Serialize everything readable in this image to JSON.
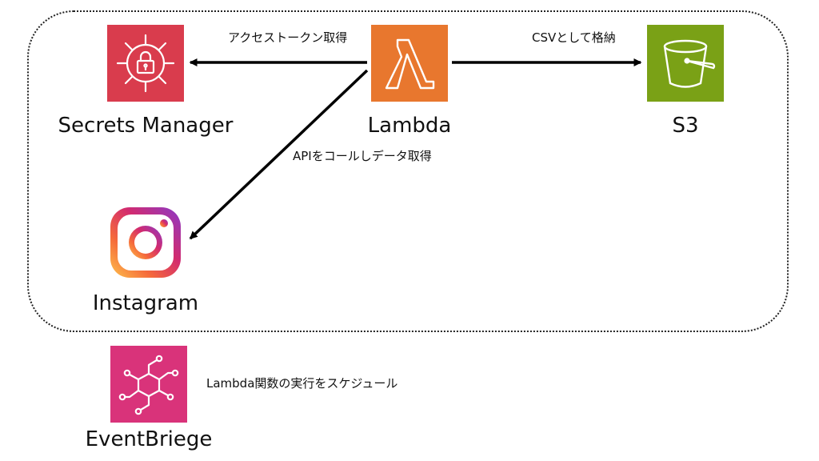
{
  "services": {
    "secrets": {
      "label": "Secrets Manager",
      "color": "#D93C4D",
      "icon": "lock-target-icon"
    },
    "lambda": {
      "label": "Lambda",
      "color": "#E8772E",
      "icon": "lambda-icon"
    },
    "s3": {
      "label": "S3",
      "color": "#7AA116",
      "icon": "bucket-icon"
    },
    "instagram": {
      "label": "Instagram",
      "icon": "instagram-logo-icon"
    },
    "eventbridge": {
      "label": "EventBriege",
      "color": "#D9337A",
      "icon": "event-nodes-icon"
    }
  },
  "edges": {
    "lambda_to_secrets": "アクセストークン取得",
    "lambda_to_s3": "CSVとして格納",
    "lambda_to_instagram": "APIをコールしデータ取得",
    "eventbridge_note": "Lambda関数の実行をスケジュール"
  }
}
